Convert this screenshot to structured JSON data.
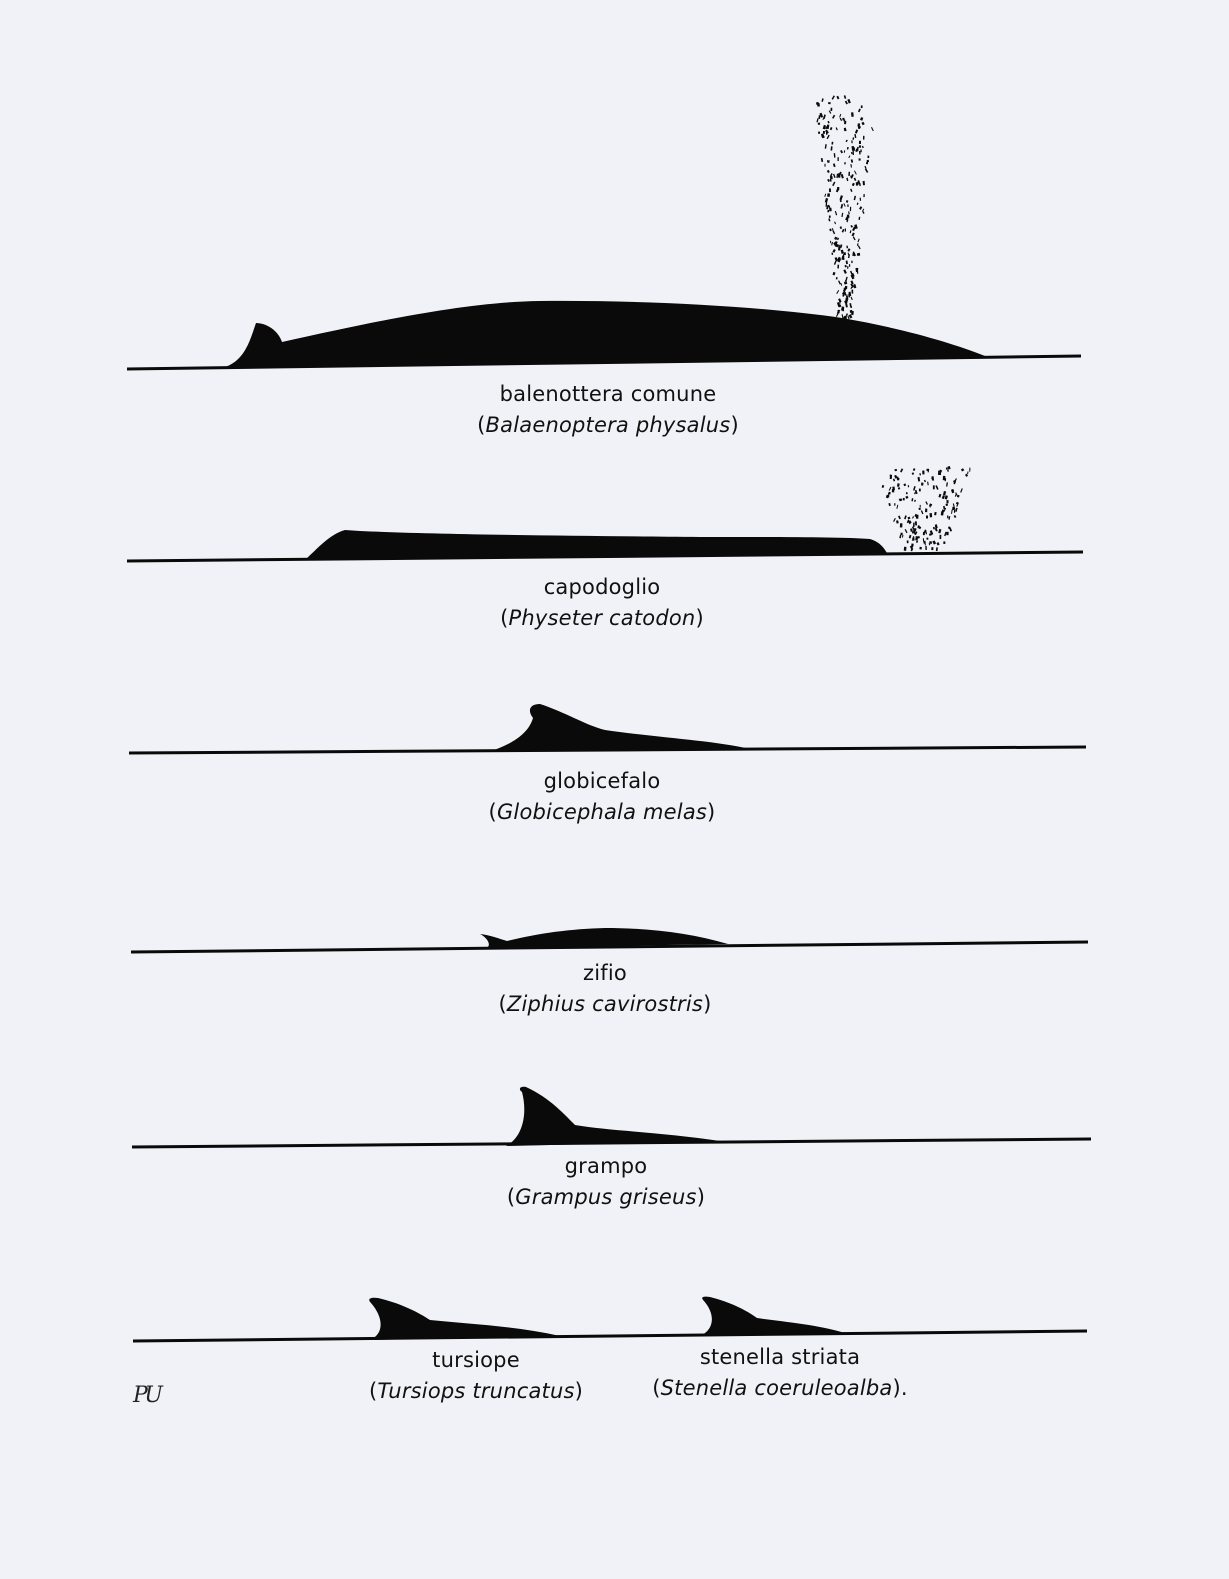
{
  "species": [
    {
      "id": "balenottera",
      "common_name": "balenottera comune",
      "scientific_name": "Balaenoptera physalus",
      "trailing": ""
    },
    {
      "id": "capodoglio",
      "common_name": "capodoglio",
      "scientific_name": "Physeter catodon",
      "trailing": ""
    },
    {
      "id": "globicefalo",
      "common_name": "globicefalo",
      "scientific_name": "Globicephala melas",
      "trailing": ""
    },
    {
      "id": "zifio",
      "common_name": "zifio",
      "scientific_name": "Ziphius cavirostris",
      "trailing": ""
    },
    {
      "id": "grampo",
      "common_name": "grampo",
      "scientific_name": "Grampus griseus",
      "trailing": ""
    },
    {
      "id": "tursiope",
      "common_name": "tursiope",
      "scientific_name": "Tursiops truncatus",
      "trailing": ""
    },
    {
      "id": "stenella",
      "common_name": "stenella striata",
      "scientific_name": "Stenella coeruleoalba",
      "trailing": "."
    }
  ],
  "signature": "PU",
  "colors": {
    "paper": "#f1f2f7",
    "ink": "#0a0a0a"
  }
}
